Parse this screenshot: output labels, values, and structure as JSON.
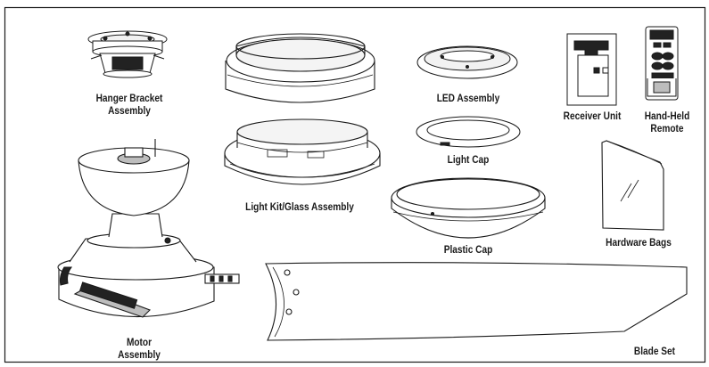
{
  "parts": {
    "hanger_bracket": {
      "line1": "Hanger Bracket",
      "line2": "Assembly"
    },
    "glass_ring": {
      "label": ""
    },
    "led_assembly": {
      "label": "LED Assembly"
    },
    "receiver_unit": {
      "label": "Receiver Unit"
    },
    "hand_held_remote": {
      "line1": "Hand-Held",
      "line2": "Remote"
    },
    "light_cap": {
      "label": "Light Cap"
    },
    "light_kit": {
      "label": "Light Kit/Glass Assembly"
    },
    "plastic_cap": {
      "label": "Plastic Cap"
    },
    "hardware_bags": {
      "label": "Hardware Bags"
    },
    "motor": {
      "line1": "Motor",
      "line2": "Assembly"
    },
    "blade_set": {
      "label": "Blade Set"
    }
  },
  "colors": {
    "stroke": "#1a1a1a",
    "fill_light": "#f2f2f2",
    "fill_dark": "#222222",
    "fill_mid": "#bdbdbd"
  }
}
